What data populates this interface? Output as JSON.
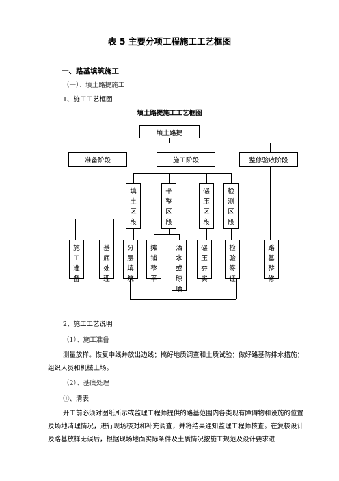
{
  "doc": {
    "title": "表 5  主要分项工程施工工艺框图",
    "section1": "一、路基填筑施工",
    "sub1": "（一）、填土路提施工",
    "item1": "1、施工工艺框图"
  },
  "flowchart": {
    "title": "填土路提施工工艺框图",
    "root": "填土路提",
    "phases": [
      "准备阶段",
      "施工阶段",
      "整修验收阶段"
    ],
    "zones": [
      "填土区段",
      "平整区段",
      "碾压区段",
      "检测区段"
    ],
    "steps": [
      "施工准备",
      "基底处理",
      "分层填筑",
      "摊铺整平",
      "洒水或晾晒",
      "碾压夯实",
      "检验签证",
      "路基整修"
    ]
  },
  "doc2": {
    "item2": "2、施工工艺说明",
    "sub_prep": "（1）、施工准备",
    "prep_text": "测量放样。恢复中线并放出边线；搞好地质调查和土质试验；做好路基防排水措施；组织人员和机械上场。",
    "sub_base": "（2）、基底处理",
    "clear_title": "①、清表",
    "clear_text": "开工前必须对图纸所示或监理工程师提供的路基范围内各类现有障碍物和设施的位置及场地清理情况，进行现场核对和补充调查，并将结果通知监理工程师核查。在复核设计及路基放样无误后，根据现场地面实际条件及土质情况按施工规范及设计要求进"
  }
}
